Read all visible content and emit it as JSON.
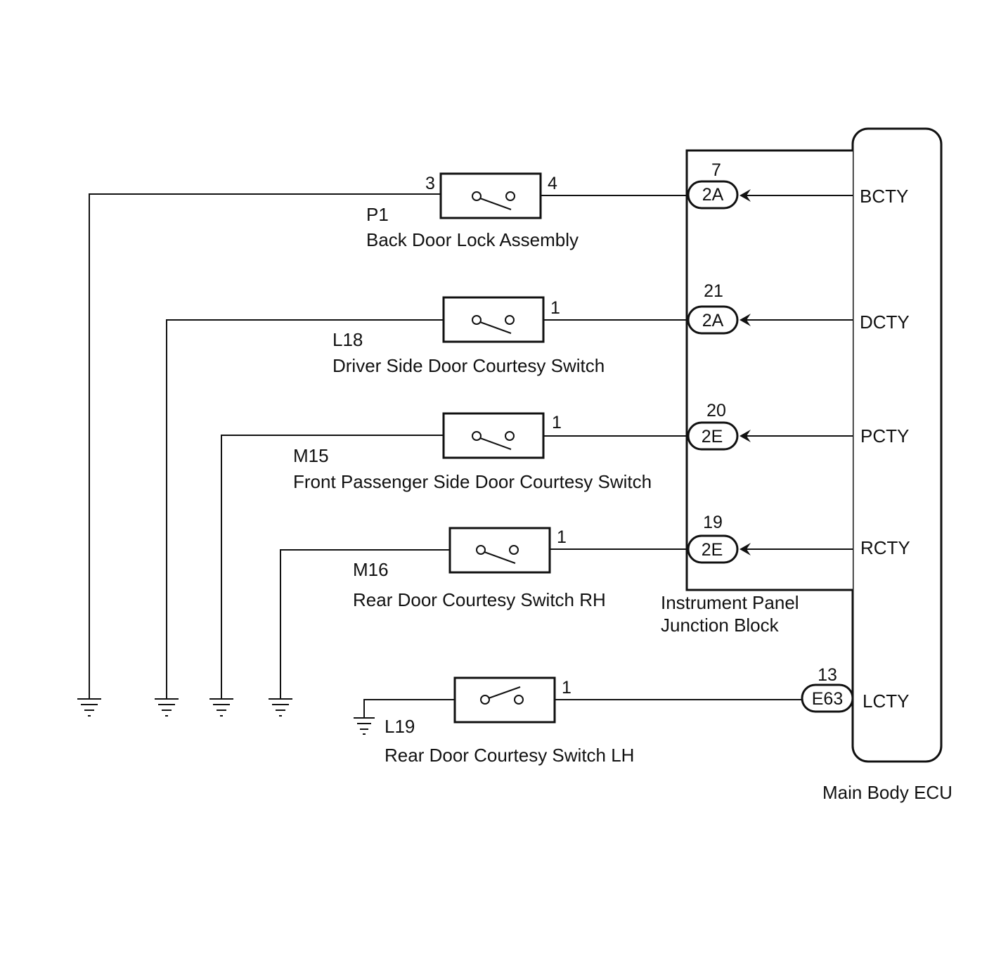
{
  "ecu": {
    "label": "Main Body ECU",
    "terminals": [
      "BCTY",
      "DCTY",
      "PCTY",
      "RCTY",
      "LCTY"
    ]
  },
  "junction_block": {
    "label_line1": "Instrument Panel",
    "label_line2": "Junction Block"
  },
  "circuits": [
    {
      "code": "P1",
      "name": "Back Door Lock Assembly",
      "pin_in": "3",
      "pin_out": "4",
      "connector": "2A",
      "connector_pin": "7",
      "terminal": "BCTY"
    },
    {
      "code": "L18",
      "name": "Driver Side Door Courtesy Switch",
      "pin_out": "1",
      "connector": "2A",
      "connector_pin": "21",
      "terminal": "DCTY"
    },
    {
      "code": "M15",
      "name": "Front Passenger Side Door Courtesy Switch",
      "pin_out": "1",
      "connector": "2E",
      "connector_pin": "20",
      "terminal": "PCTY"
    },
    {
      "code": "M16",
      "name": "Rear Door Courtesy Switch RH",
      "pin_out": "1",
      "connector": "2E",
      "connector_pin": "19",
      "terminal": "RCTY"
    },
    {
      "code": "L19",
      "name": "Rear Door Courtesy Switch LH",
      "pin_out": "1",
      "connector": "E63",
      "connector_pin": "13",
      "terminal": "LCTY"
    }
  ]
}
